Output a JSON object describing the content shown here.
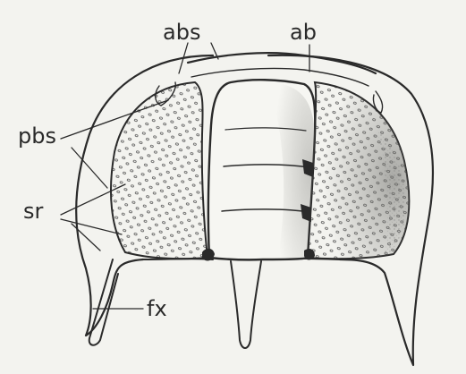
{
  "labels": {
    "abs": "abs",
    "ab": "ab",
    "pbs": "pbs",
    "sr": "sr",
    "fx": "fx"
  },
  "colors": {
    "background": "#f3f3ef",
    "ink": "#2a2a2a",
    "shading": "#8a8a86"
  }
}
